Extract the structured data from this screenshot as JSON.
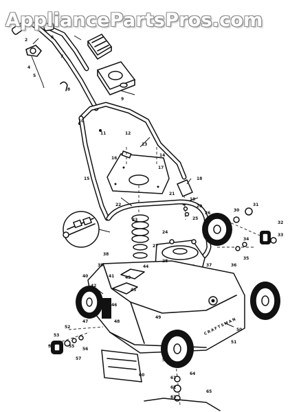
{
  "watermark": {
    "text": "AppliancePartsPros.com"
  },
  "deck": {
    "brand_text": "CRAFTSMAN"
  },
  "part_labels": [
    "2",
    "4",
    "5",
    "6",
    "7",
    "8",
    "9",
    "10",
    "11",
    "12",
    "13",
    "14",
    "15",
    "16",
    "17",
    "18",
    "19",
    "20",
    "21",
    "22",
    "23",
    "24",
    "25",
    "26",
    "27",
    "28",
    "29",
    "30",
    "31",
    "32",
    "33",
    "34",
    "35",
    "36",
    "37",
    "38",
    "39",
    "40",
    "41",
    "42",
    "43",
    "44",
    "45",
    "46",
    "47",
    "48",
    "49",
    "50",
    "51",
    "52",
    "53",
    "54",
    "55",
    "56",
    "57",
    "58",
    "59",
    "60",
    "61",
    "62",
    "63",
    "64",
    "65"
  ]
}
